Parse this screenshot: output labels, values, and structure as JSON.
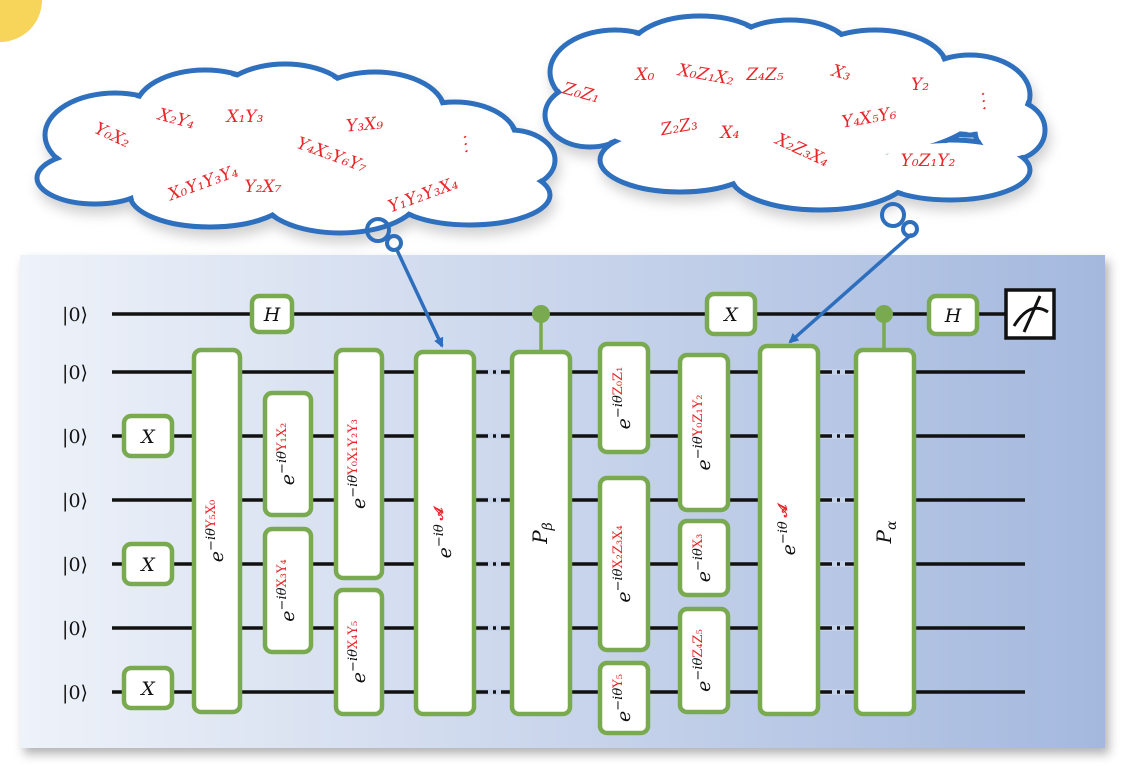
{
  "colors": {
    "cloud_stroke": "#2e6fbd",
    "term_text": "#e8262a",
    "gate_border": "#7aaa4f",
    "panel_left": "#eef2f9",
    "panel_right": "#9fb4dc",
    "wire": "#111111",
    "arrow": "#2e6fbd"
  },
  "clouds": {
    "left_terms": [
      "Y₀X₂",
      "X₂Y₄",
      "X₁Y₃",
      "Y₃X₉",
      "X₀Y₁Y₃Y₄",
      "Y₄X₅Y₆Y₇",
      "Y₂X₇",
      "Y₁Y₂Y₃X₄",
      "⋱"
    ],
    "right_terms": [
      "Z₀Z₁",
      "X₀",
      "X₀Z₁X₂",
      "Z₄Z₅",
      "X₃",
      "Y₂",
      "⋱",
      "Z₂Z₃",
      "X₄",
      "X₂Z₃X₄",
      "Y₄X₅Y₆",
      "Y₀Z₁Y₂"
    ]
  },
  "circuit": {
    "qubit_labels": [
      "|0⟩",
      "|0⟩",
      "|0⟩",
      "|0⟩",
      "|0⟩",
      "|0⟩",
      "|0⟩"
    ],
    "single_gates": [
      {
        "label": "H"
      },
      {
        "label": "X"
      },
      {
        "label": "X"
      },
      {
        "label": "X"
      },
      {
        "label": "X"
      },
      {
        "label": "H"
      }
    ],
    "exp_gates": [
      {
        "base": "e",
        "exp": "−iθ",
        "op": "Y₅X₀"
      },
      {
        "base": "e",
        "exp": "−iθ",
        "op": "Y₁X₂"
      },
      {
        "base": "e",
        "exp": "−iθ",
        "op": "X₃Y₄"
      },
      {
        "base": "e",
        "exp": "−iθ",
        "op": "Y₀X₁Y₂Y₃"
      },
      {
        "base": "e",
        "exp": "−iθ",
        "op": "X₄Y₅"
      },
      {
        "base": "e",
        "exp": "−iθ ",
        "op": "𝓐"
      },
      {
        "base": "e",
        "exp": "−iθ",
        "op": "Z₀Z₁"
      },
      {
        "base": "e",
        "exp": "−iθ",
        "op": "X₂Z₃X₄"
      },
      {
        "base": "e",
        "exp": "−iθ",
        "op": "Y₅"
      },
      {
        "base": "e",
        "exp": "−iθ",
        "op": "Y₀Z₁Y₂"
      },
      {
        "base": "e",
        "exp": "−iθ",
        "op": "X₃"
      },
      {
        "base": "e",
        "exp": "−iθ",
        "op": "Z₄Z₅"
      },
      {
        "base": "e",
        "exp": "−iθ ",
        "op": "𝓐"
      }
    ],
    "controlled_gates": [
      {
        "label": "P",
        "sub": "β"
      },
      {
        "label": "P",
        "sub": "α"
      }
    ],
    "measurement_icon": "meter-icon"
  }
}
